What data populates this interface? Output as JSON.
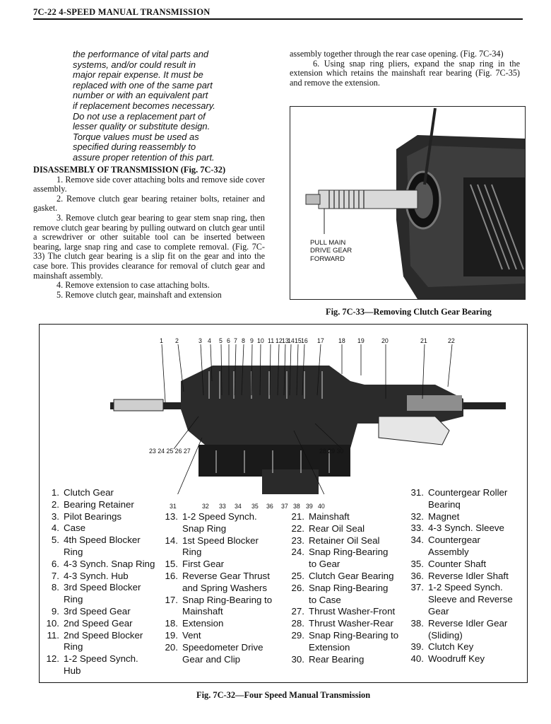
{
  "header": {
    "title": "7C-22   4-SPEED MANUAL TRANSMISSION"
  },
  "caution": {
    "lines": [
      "the performance of vital parts and",
      "systems, and/or could result in",
      "major repair expense. It must be",
      "replaced with one of the same part",
      "number or with an equivalent part",
      "if replacement becomes necessary.",
      "Do not use a replacement part of",
      "lesser quality or substitute design.",
      "Torque values must be used as",
      "specified during reassembly to",
      "assure proper retention of this part."
    ]
  },
  "disassembly": {
    "heading": "DISASSEMBLY OF TRANSMISSION (Fig. 7C-32)",
    "steps": [
      "1. Remove side cover attaching bolts and remove side cover assembly.",
      "2. Remove clutch gear bearing retainer bolts, retainer and gasket.",
      "3. Remove clutch gear bearing to gear stem snap ring, then remove clutch gear bearing by pulling outward on clutch gear until a screwdriver or other suitable tool can be inserted between bearing, large snap ring and case to complete removal. (Fig. 7C-33) The clutch gear bearing is a slip fit on the gear and into the case bore. This provides clearance for removal of clutch gear and mainshaft assembly.",
      "4. Remove extension to case attaching bolts.",
      "5. Remove clutch gear, mainshaft and extension"
    ],
    "continued": "assembly together through the rear case opening. (Fig. 7C-34)",
    "step6": "6. Using snap ring pliers, expand the snap ring in the extension which retains the mainshaft rear bearing (Fig. 7C-35) and remove the extension."
  },
  "fig33": {
    "label_lines": [
      "PULL MAIN",
      "DRIVE GEAR",
      "FORWARD"
    ],
    "caption": "Fig. 7C-33—Removing Clutch Gear Bearing"
  },
  "fig32": {
    "caption": "Fig. 7C-32—Four Speed Manual Transmission",
    "top_callouts": [
      "1",
      "2",
      "3",
      "4",
      "5",
      "6",
      "7",
      "8",
      "9",
      "10",
      "11",
      "12",
      "13",
      "14",
      "15",
      "16",
      "17",
      "18",
      "19",
      "20",
      "21",
      "22"
    ],
    "left_callouts": "23 24 25 26 27",
    "right_callouts": "28 29 30",
    "bottom_callouts": [
      "31",
      "32",
      "33",
      "34",
      "35",
      "36",
      "37",
      "38",
      "39",
      "40"
    ],
    "legend_col1": [
      {
        "n": "1.",
        "t": "Clutch Gear"
      },
      {
        "n": "2.",
        "t": "Bearing Retainer"
      },
      {
        "n": "3.",
        "t": "Pilot Bearings"
      },
      {
        "n": "4.",
        "t": "Case"
      },
      {
        "n": "5.",
        "t": "4th Speed Blocker\nRing"
      },
      {
        "n": "6.",
        "t": "4-3 Synch. Snap Ring"
      },
      {
        "n": "7.",
        "t": "4-3 Synch. Hub"
      },
      {
        "n": "8.",
        "t": "3rd Speed Blocker\nRing"
      },
      {
        "n": "9.",
        "t": "3rd Speed Gear"
      },
      {
        "n": "10.",
        "t": "2nd Speed Gear"
      },
      {
        "n": "11.",
        "t": "2nd Speed Blocker\nRing"
      },
      {
        "n": "12.",
        "t": "1-2 Speed Synch.\nHub"
      }
    ],
    "legend_col2": [
      {
        "n": "13.",
        "t": "1-2 Speed Synch.\nSnap Ring"
      },
      {
        "n": "14.",
        "t": "1st Speed Blocker\nRing"
      },
      {
        "n": "15.",
        "t": "First Gear"
      },
      {
        "n": "16.",
        "t": "Reverse Gear Thrust\nand Spring Washers"
      },
      {
        "n": "17.",
        "t": "Snap Ring-Bearing to\nMainshaft"
      },
      {
        "n": "18.",
        "t": "Extension"
      },
      {
        "n": "19.",
        "t": "Vent"
      },
      {
        "n": "20.",
        "t": "Speedometer Drive\nGear and Clip"
      }
    ],
    "legend_col3": [
      {
        "n": "21.",
        "t": "Mainshaft"
      },
      {
        "n": "22.",
        "t": "Rear Oil Seal"
      },
      {
        "n": "23.",
        "t": "Retainer Oil Seal"
      },
      {
        "n": "24.",
        "t": "Snap Ring-Bearing\nto Gear"
      },
      {
        "n": "25.",
        "t": "Clutch Gear Bearing"
      },
      {
        "n": "26.",
        "t": "Snap Ring-Bearing\nto Case"
      },
      {
        "n": "27.",
        "t": "Thrust Washer-Front"
      },
      {
        "n": "28.",
        "t": "Thrust Washer-Rear"
      },
      {
        "n": "29.",
        "t": "Snap Ring-Bearing to\nExtension"
      },
      {
        "n": "30.",
        "t": "Rear Bearing"
      }
    ],
    "legend_col4": [
      {
        "n": "31.",
        "t": "Countergear Roller\nBearinq"
      },
      {
        "n": "32.",
        "t": "Magnet"
      },
      {
        "n": "33.",
        "t": "4-3 Synch. Sleeve"
      },
      {
        "n": "34.",
        "t": "Countergear\nAssembly"
      },
      {
        "n": "35.",
        "t": "Counter Shaft"
      },
      {
        "n": "36.",
        "t": "Reverse Idler Shaft"
      },
      {
        "n": "37.",
        "t": "1-2 Speed Synch.\nSleeve and Reverse\nGear"
      },
      {
        "n": "38.",
        "t": "Reverse Idler Gear\n(Sliding)"
      },
      {
        "n": "39.",
        "t": "Clutch Key"
      },
      {
        "n": "40.",
        "t": "Woodruff Key"
      }
    ]
  }
}
